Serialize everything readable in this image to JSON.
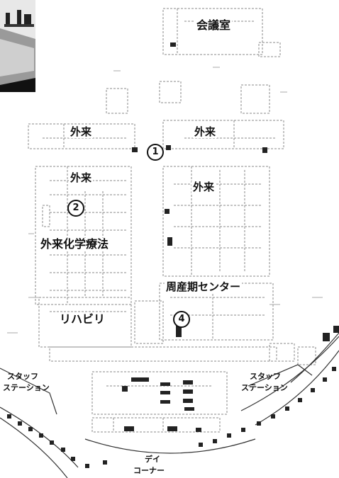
{
  "labels": {
    "meeting_room": "会議室",
    "outpatient_top_left": "外来",
    "outpatient_top_right": "外来",
    "outpatient_mid_left": "外来",
    "outpatient_mid_right": "外来",
    "outpatient_chemo": "外来化学療法",
    "perinatal_center": "周産期センター",
    "rehab": "リハビリ",
    "staff_station_left_line1": "スタッフ",
    "staff_station_left_line2": "ステーション",
    "staff_station_right_line1": "スタッフ",
    "staff_station_right_line2": "ステーション",
    "day_corner_line1": "デイ",
    "day_corner_line2": "コーナー"
  },
  "markers": {
    "m1": "1",
    "m2": "2",
    "m4": "4"
  },
  "colors": {
    "ink": "#111111",
    "paper": "#ffffff",
    "faint_line": "#888888"
  }
}
